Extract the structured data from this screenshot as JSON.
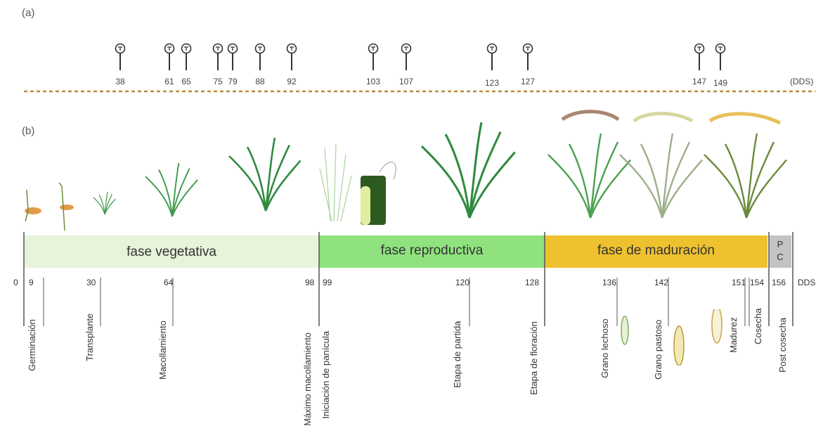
{
  "panel_a": {
    "label": "(a)",
    "unit": "(DDS)",
    "markers": [
      "38",
      "61",
      "65",
      "75",
      "79",
      "88",
      "92",
      "103",
      "107",
      "123",
      "127",
      "147",
      "149"
    ]
  },
  "panel_b": {
    "label": "(b)",
    "phases": [
      {
        "name": "fase vegetativa",
        "color": "#e6f4d9"
      },
      {
        "name": "fase reproductiva",
        "color": "#8fe27e"
      },
      {
        "name": "fase de maduración",
        "color": "#eec22f"
      },
      {
        "name": "P\nC",
        "color": "#c3c3c3"
      }
    ],
    "day_unit": "DDS",
    "days": [
      "0",
      "9",
      "30",
      "64",
      "98",
      "99",
      "120",
      "128",
      "136",
      "142",
      "151",
      "154",
      "156"
    ],
    "stages": [
      "Germinación",
      "Transplante",
      "Macollamiento",
      "Máximo macollamiento",
      "Iniciación de panícula",
      "Etapa de partida",
      "Etapa de floración",
      "Grano lechoso",
      "Grano pastoso",
      "Madurez",
      "Cosecha",
      "Post cosecha"
    ],
    "colors": {
      "dashed_line": "#b98a3c",
      "plant_green": "#3f9a4a",
      "root": "#d9c8c0"
    }
  }
}
